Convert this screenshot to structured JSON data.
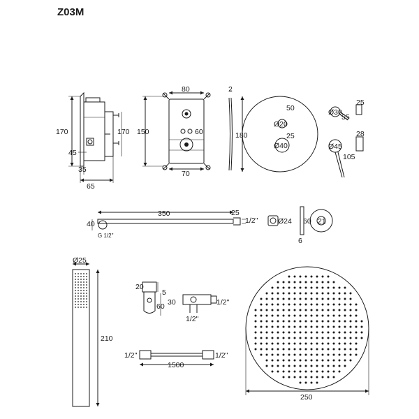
{
  "title": "Z03M",
  "valve_side": {
    "d170": "170",
    "d170b": "170",
    "d45": "45",
    "d35": "35",
    "d65": "65"
  },
  "valve_front": {
    "d80": "80",
    "d150": "150",
    "d60": "60",
    "d70": "70"
  },
  "plate_edge": {
    "d2": "2"
  },
  "plate_front": {
    "d180": "180",
    "d50": "50",
    "dia20": "Ø20",
    "d25": "25",
    "dia40": "Ø40"
  },
  "handles": {
    "dia30": "Ø30",
    "d25": "25",
    "d55": "55",
    "d28": "28",
    "dia45": "Ø45",
    "d105": "105"
  },
  "arm": {
    "d350": "350",
    "d25": "25",
    "d40": "40",
    "half": "1/2\"",
    "g12": "G 1/2\""
  },
  "arm_flange": {
    "dia24": "Ø24"
  },
  "wall_flange": {
    "d60": "60",
    "d21": "21",
    "d6": "6"
  },
  "handset": {
    "dia25": "Ø25",
    "d210": "210"
  },
  "holder": {
    "d20": "20",
    "d5": "5",
    "d60": "60"
  },
  "outlet": {
    "d30": "30",
    "half_r": "1/2\"",
    "half_b": "1/2\""
  },
  "hose": {
    "half_l": "1/2\"",
    "d1500": "1500",
    "half_r": "1/2\""
  },
  "head": {
    "d250": "250"
  }
}
